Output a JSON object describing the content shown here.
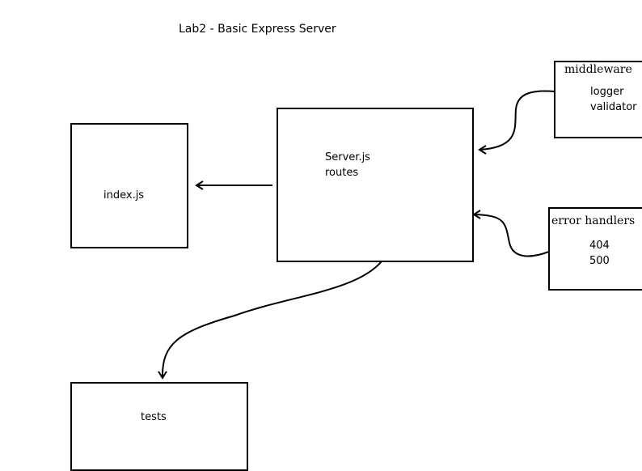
{
  "title": "Lab2 - Basic Express Server",
  "nodes": {
    "index": {
      "label": "index.js"
    },
    "server": {
      "lines": [
        "Server.js",
        "routes"
      ]
    },
    "middleware": {
      "heading": "middleware",
      "items": [
        "logger",
        "validator"
      ]
    },
    "error_handlers": {
      "heading": "error handlers",
      "items": [
        "404",
        "500"
      ]
    },
    "tests": {
      "label": "tests"
    }
  }
}
